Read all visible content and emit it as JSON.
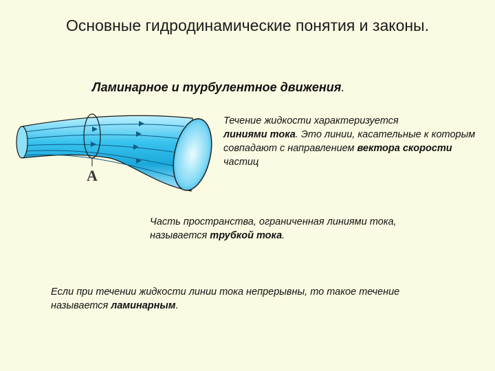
{
  "title": "Основные гидродинамические понятия и законы.",
  "subtitle": {
    "text": "Ламинарное и турбулентное движения",
    "dot": "."
  },
  "figure": {
    "label": "A",
    "colors": {
      "tube": "#26b3e0",
      "tube_light": "#bff0ff",
      "stroke": "#1a1a1a"
    }
  },
  "p1": {
    "t1": "Течение жидкости характеризуется",
    "b1": "линиями тока",
    "t2": ". Это линии, касательные к которым совпадают с направлением",
    "b2": "вектора скорости",
    "t3": "частиц"
  },
  "p2": {
    "t1": "Часть пространства, ограниченная линиями тока, называется ",
    "b1": "трубкой тока",
    "t2": "."
  },
  "p3": {
    "t1": "Если при течении жидкости линии тока непрерывны, то такое течение называется",
    "b1": "ламинарным",
    "t2": "."
  }
}
